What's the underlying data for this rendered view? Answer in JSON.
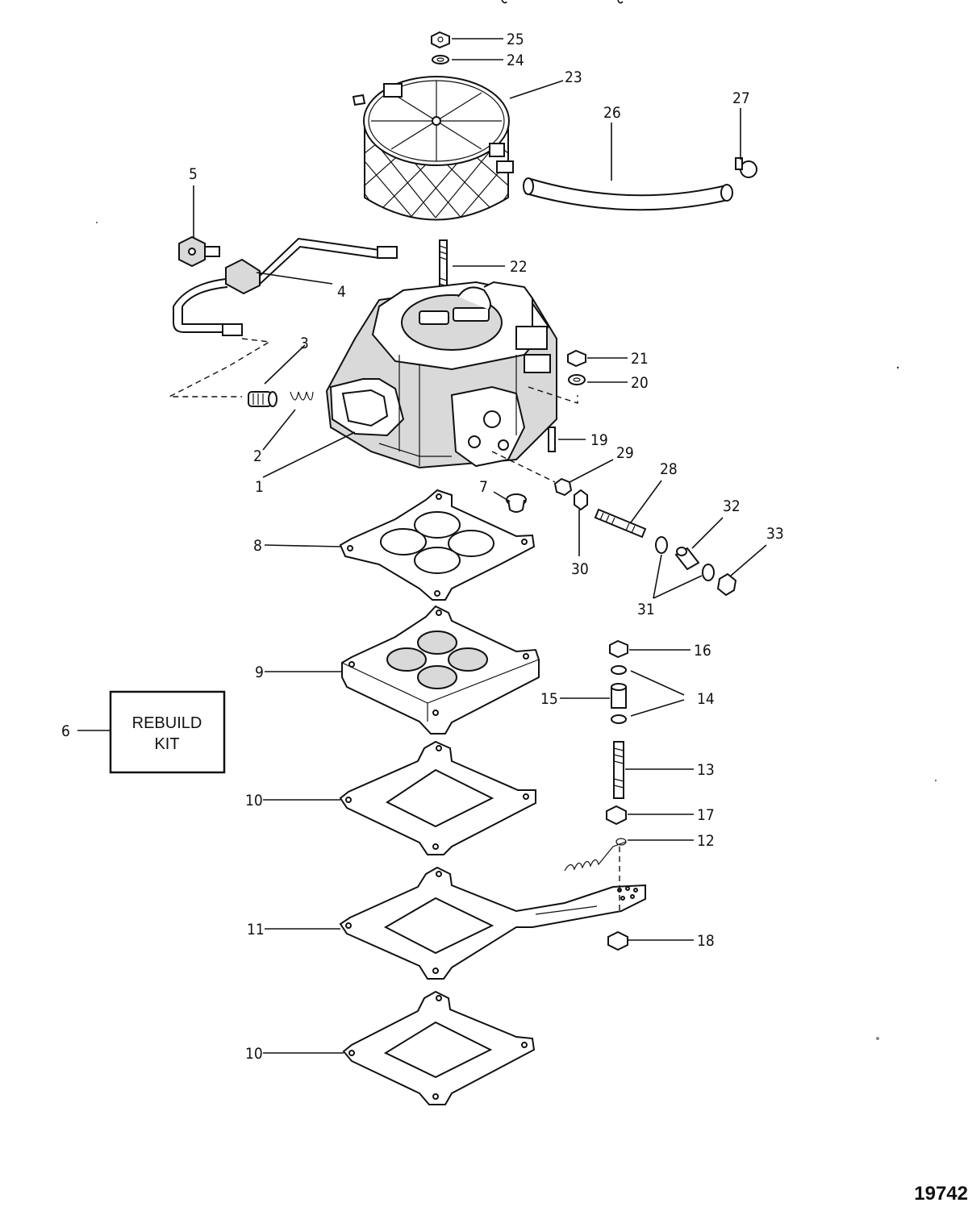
{
  "callouts": [
    "1",
    "2",
    "3",
    "4",
    "5",
    "6",
    "7",
    "8",
    "9",
    "10",
    "10",
    "11",
    "12",
    "13",
    "14",
    "15",
    "16",
    "17",
    "18",
    "19",
    "20",
    "21",
    "22",
    "23",
    "24",
    "25",
    "26",
    "27",
    "28",
    "29",
    "30",
    "31",
    "32",
    "33"
  ],
  "rebuild_kit": {
    "line1": "REBUILD",
    "line2": "KIT"
  },
  "figure_number": "19742"
}
